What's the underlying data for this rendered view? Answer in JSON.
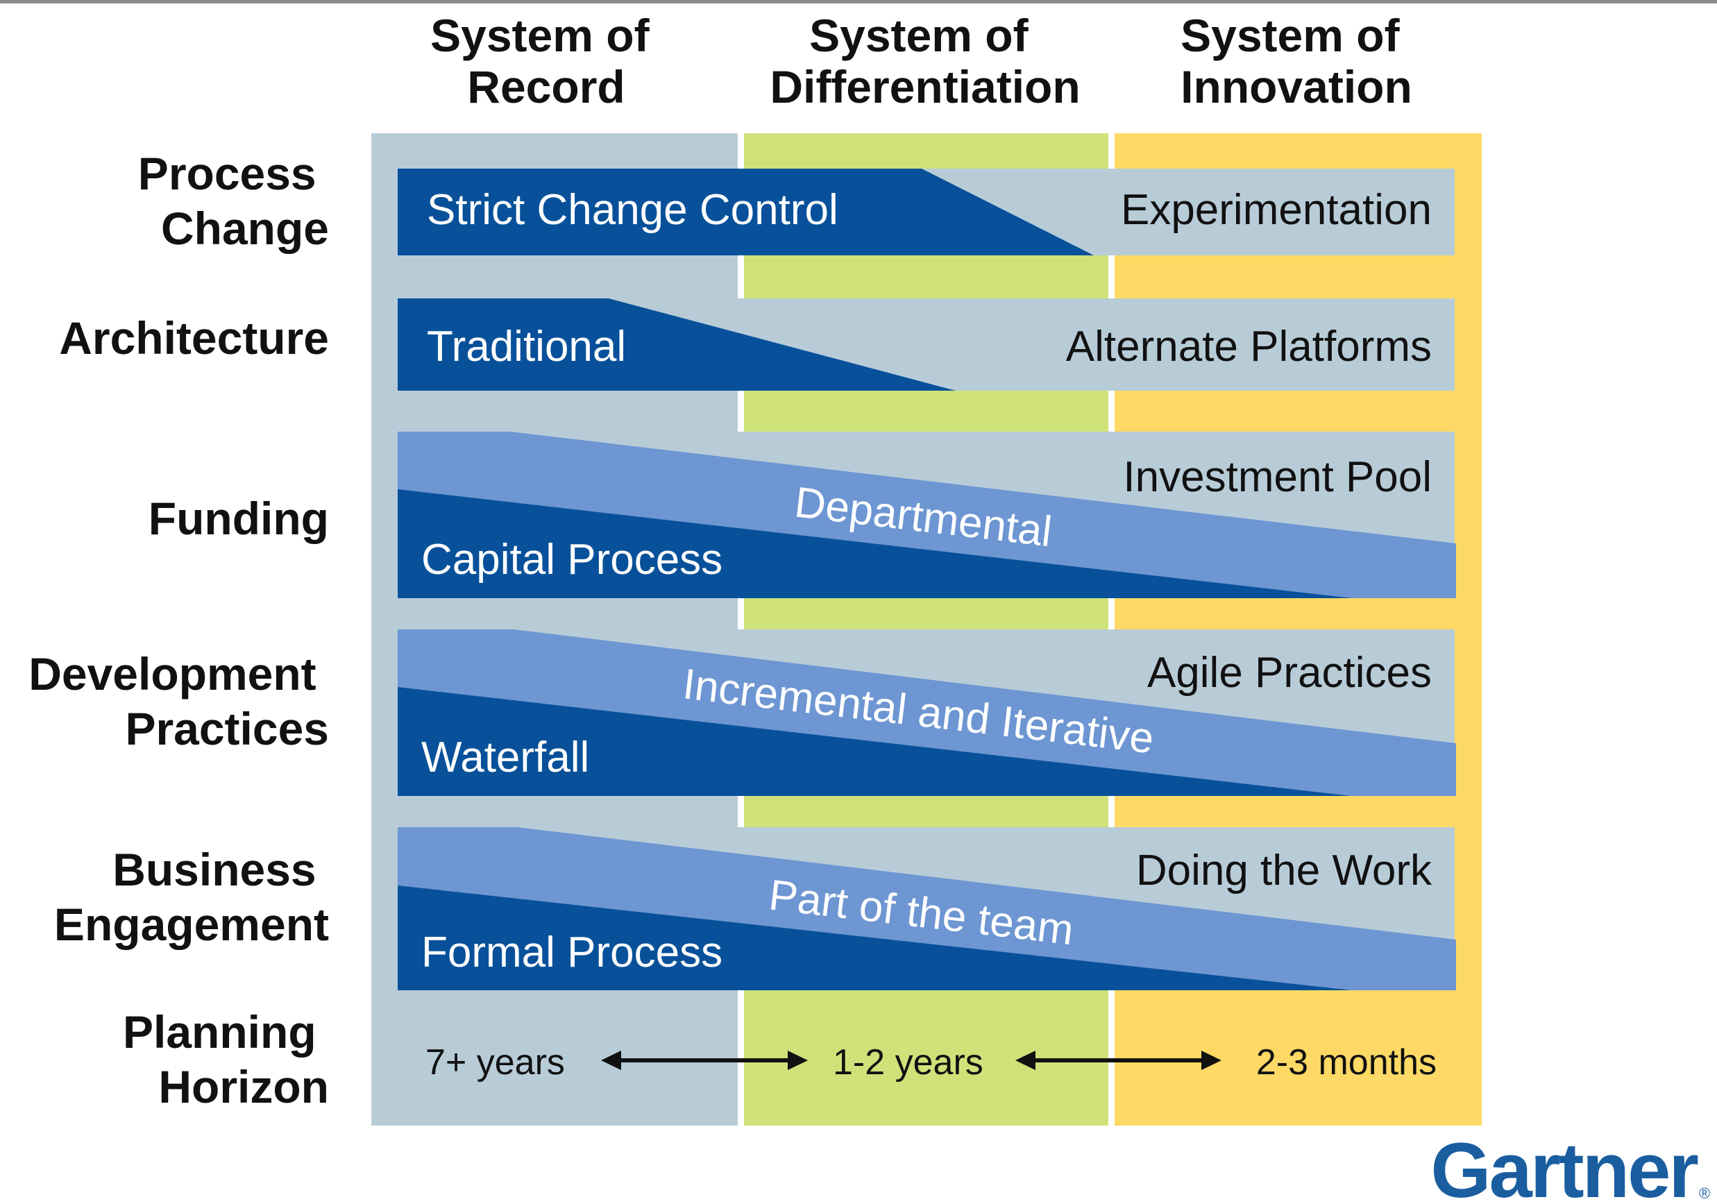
{
  "columns": [
    {
      "line1": "System of",
      "line2": "Record"
    },
    {
      "line1": "System of",
      "line2": "Differentiation"
    },
    {
      "line1": "System of",
      "line2": "Innovation"
    }
  ],
  "rows": {
    "process_change": {
      "line1": "Process",
      "line2": "Change"
    },
    "architecture": {
      "line1": "Architecture"
    },
    "funding": {
      "line1": "Funding"
    },
    "development_practices": {
      "line1": "Development",
      "line2": "Practices"
    },
    "business_engagement": {
      "line1": "Business",
      "line2": "Engagement"
    },
    "planning_horizon": {
      "line1": "Planning",
      "line2": "Horizon"
    }
  },
  "bands": {
    "process_change": {
      "left": "Strict Change Control",
      "right": "Experimentation"
    },
    "architecture": {
      "left": "Traditional",
      "right": "Alternate Platforms"
    },
    "funding": {
      "left": "Capital Process",
      "middle": "Departmental",
      "right": "Investment Pool"
    },
    "development_practices": {
      "left": "Waterfall",
      "middle": "Incremental and Iterative",
      "right": "Agile Practices"
    },
    "business_engagement": {
      "left": "Formal Process",
      "middle": "Part of the team",
      "right": "Doing the Work"
    }
  },
  "planning": {
    "record": "7+ years",
    "differentiation": "1-2 years",
    "innovation": "2-3 months"
  },
  "logo": {
    "text": "Gartner",
    "mark": "®"
  },
  "colors": {
    "record_column": "#b8ccd8",
    "differentiation_column": "#cfe27a",
    "innovation_column": "#fed966",
    "dark_blue": "#08519a",
    "mid_blue": "#6d96d2",
    "light_blue": "#b8ccd8",
    "logo_blue": "#1b5ea0",
    "text_black": "#111111"
  }
}
